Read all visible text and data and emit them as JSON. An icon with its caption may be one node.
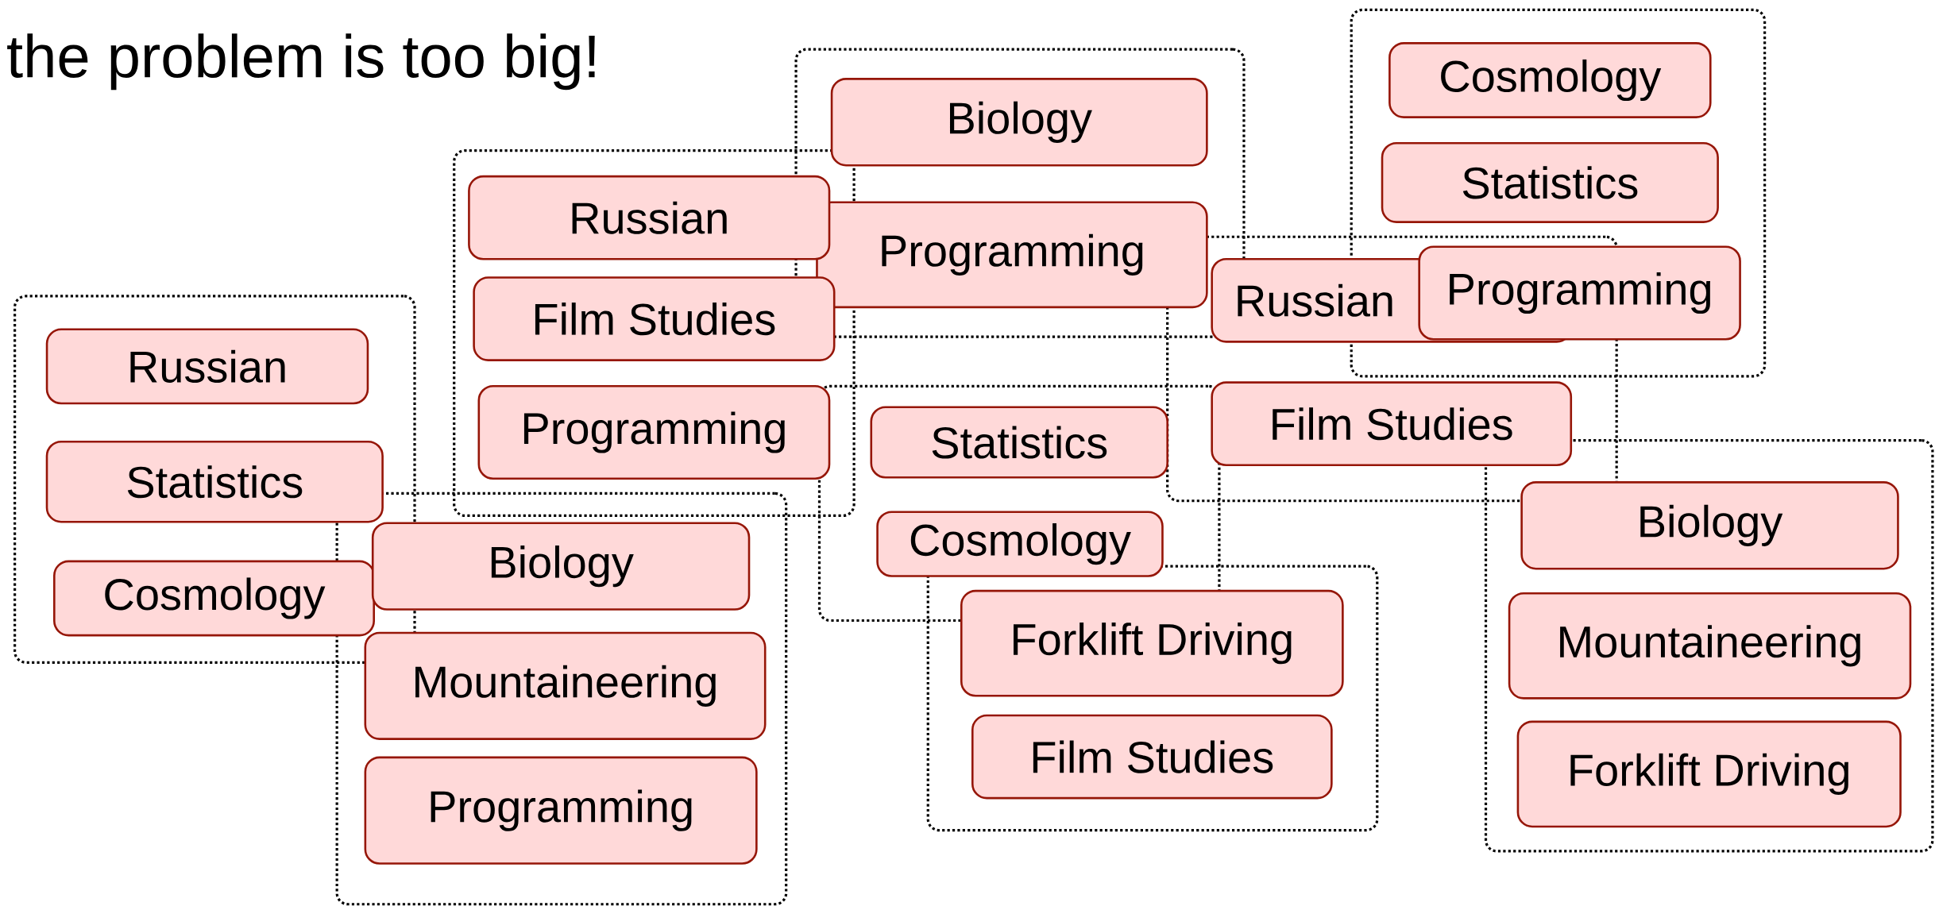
{
  "diagram": {
    "title": "the problem is too big!",
    "nodes": [
      {
        "text": [],
        "shape": "box"
      },
      {
        "text": [
          "Cosmology"
        ],
        "in": 0
      },
      {
        "text": [
          "Statistics"
        ],
        "in": 0
      },
      {
        "text": [
          "Programming"
        ],
        "in": 0
      },
      {
        "text": [],
        "shape": "box"
      },
      {
        "text": [
          "Biology"
        ],
        "in": 4
      },
      {
        "text": [
          "Programming"
        ],
        "in": 4
      },
      {
        "text": [],
        "shape": "box"
      },
      {
        "text": [
          "Russian"
        ],
        "in": 7
      },
      {
        "text": [
          "Film Studies"
        ],
        "in": 7
      },
      {
        "text": [
          "Programming"
        ],
        "in": 7
      },
      {
        "text": [],
        "shape": "box"
      },
      {
        "text": [
          "Russian"
        ],
        "in": 11
      },
      {
        "text": [
          "Film Studies"
        ],
        "in": 11
      },
      {
        "text": [],
        "shape": "box"
      },
      {
        "text": [
          "Russian"
        ],
        "in": 14
      },
      {
        "text": [
          "Statistics"
        ],
        "in": 14
      },
      {
        "text": [
          "Cosmology"
        ],
        "in": 14
      },
      {
        "text": [],
        "shape": "box"
      },
      {
        "text": [
          "Statistics"
        ],
        "in": 18
      },
      {
        "text": [
          "Cosmology"
        ],
        "in": 18
      },
      {
        "text": [],
        "shape": "box"
      },
      {
        "text": [
          "Biology"
        ],
        "in": 21
      },
      {
        "text": [
          "Mountaineering"
        ],
        "in": 21
      },
      {
        "text": [
          "Forklift Driving"
        ],
        "in": 21
      },
      {
        "text": [],
        "shape": "box"
      },
      {
        "text": [
          "Biology"
        ],
        "in": 25
      },
      {
        "text": [
          "Mountaineering"
        ],
        "in": 25
      },
      {
        "text": [
          "Programming"
        ],
        "in": 25
      },
      {
        "text": [],
        "shape": "box"
      },
      {
        "text": [
          "Forklift Driving"
        ],
        "in": 29
      },
      {
        "text": [
          "Film Studies"
        ],
        "in": 29
      }
    ]
  }
}
